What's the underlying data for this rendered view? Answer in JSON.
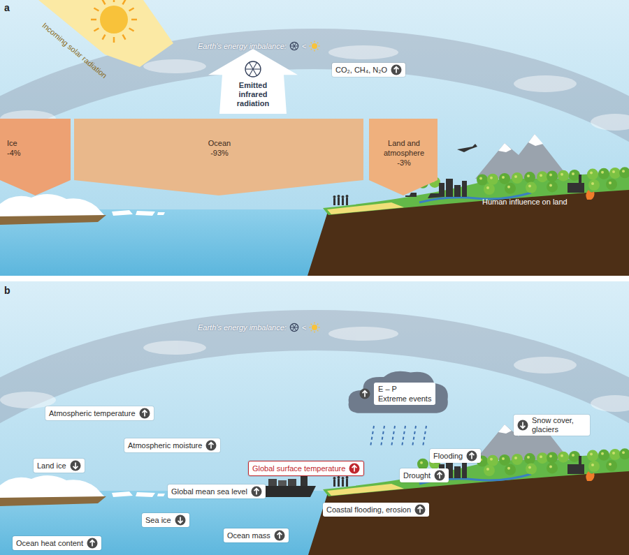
{
  "diagram": {
    "nodes": [
      {
        "text": [
          "Emitted infrared radiation"
        ]
      },
      {
        "text": [
          "CO₂, CH₄, N₂O"
        ]
      },
      {
        "text": [
          "Ice",
          "-4%"
        ]
      },
      {
        "text": [
          "Ocean",
          "-93%"
        ]
      },
      {
        "text": [
          "Land and atmosphere",
          "-3%"
        ]
      },
      {
        "text": [
          "E – P",
          "Extreme events"
        ]
      },
      {
        "text": [
          "Snow cover, glaciers"
        ]
      },
      {
        "text": [
          "Atmospheric temperature"
        ]
      },
      {
        "text": [
          "Atmospheric moisture"
        ]
      },
      {
        "text": [
          "Flooding"
        ]
      },
      {
        "text": [
          "Land ice"
        ]
      },
      {
        "text": [
          "Global surface temperature"
        ]
      },
      {
        "text": [
          "Drought"
        ]
      },
      {
        "text": [
          "Global mean sea level"
        ]
      },
      {
        "text": [
          "Coastal flooding, erosion"
        ]
      },
      {
        "text": [
          "Sea ice"
        ]
      },
      {
        "text": [
          "Ocean mass"
        ]
      },
      {
        "text": [
          "Ocean heat content"
        ]
      }
    ],
    "labels": [
      "a",
      "Incoming solar radiation",
      "Earth's energy imbalance:",
      "<",
      "Human influence on land",
      "b",
      "Earth's energy imbalance:",
      "<"
    ]
  }
}
